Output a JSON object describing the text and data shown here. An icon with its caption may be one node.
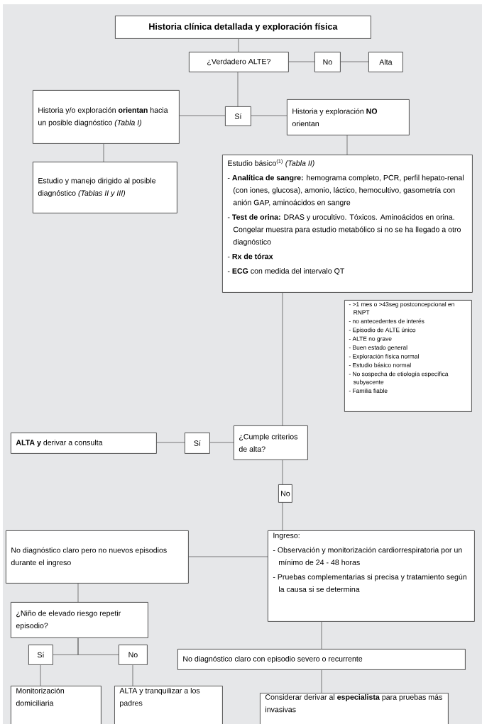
{
  "diagram": {
    "nodes": [
      {
        "text": [
          "Historia clínica detallada y exploración física"
        ]
      },
      {
        "text": [
          "¿Verdadero ALTE?"
        ]
      },
      {
        "text": [
          "No"
        ]
      },
      {
        "text": [
          "Alta"
        ]
      },
      {
        "text": [
          "Historia y/o exploración **orientan** hacia un posible diagnóstico *(Tabla I)*"
        ]
      },
      {
        "text": [
          "Sí"
        ]
      },
      {
        "text": [
          "Historia y exploración **NO** orientan"
        ]
      },
      {
        "text": [
          "Estudio y manejo dirigido al posible diagnóstico *(Tablas II y III)*"
        ]
      },
      {
        "text": [
          "Estudio básico$^{(1)}$ *(Tabla II)*",
          "- **Analítica de sangre:** hemograma completo, PCR, perfil hepato-renal (con iones, glucosa), amonio, láctico, hemocultivo, gasometría con anión GAP, aminoácidos en sangre",
          "- **Test de orina:** DRAS y urocultivo. Tóxicos. Aminoácidos en orina. Congelar muestra para estudio metabólico si no se ha llegado a otro diagnóstico",
          "- **Rx de tórax**",
          "- **ECG** con medida del intervalo QT"
        ]
      },
      {
        "text": [
          "- >1 mes o >43seg postconcepcional en RNPT",
          "- no antecedentes de interés",
          "- Episodio de ALTE único",
          "- ALTE no grave",
          "- Buen estado general",
          "- Exploración física normal",
          "- Estudio básico normal",
          "- No sospecha de etiología específica subyacente",
          "- Familia fiable"
        ]
      },
      {
        "text": [
          "**ALTA y** derivar a consulta"
        ]
      },
      {
        "text": [
          "Sí"
        ]
      },
      {
        "text": [
          "¿Cumple criterios de alta?"
        ]
      },
      {
        "text": [
          "No"
        ]
      },
      {
        "text": [
          "No diagnóstico claro pero no nuevos episodios durante el ingreso"
        ]
      },
      {
        "text": [
          "Ingreso:",
          "- Observación y monitorización cardiorrespiratoria por un mínimo de 24 - 48 horas",
          "- Pruebas complementarias si precisa y tratamiento según la causa si se determina"
        ]
      },
      {
        "text": [
          "¿Niño de elevado riesgo repetir episodio?"
        ]
      },
      {
        "text": [
          "Sí"
        ]
      },
      {
        "text": [
          "No"
        ]
      },
      {
        "text": [
          "No diagnóstico claro con episodio severo o recurrente"
        ]
      },
      {
        "text": [
          "Monitorización domiciliaria"
        ]
      },
      {
        "text": [
          "ALTA y tranquilizar a los padres"
        ]
      },
      {
        "text": [
          "Considerar derivar al **especialista** para pruebas más invasivas"
        ]
      }
    ],
    "edges": [
      {
        "from": 0,
        "to": 1,
        "arrow": "none"
      },
      {
        "from": 1,
        "to": 2,
        "arrow": "none"
      },
      {
        "from": 2,
        "to": 3,
        "arrow": "none"
      },
      {
        "from": 1,
        "to": 5,
        "arrow": "none"
      },
      {
        "from": 5,
        "to": 4,
        "arrow": "none"
      },
      {
        "from": 5,
        "to": 6,
        "arrow": "none"
      },
      {
        "from": 4,
        "to": 7,
        "arrow": "none"
      },
      {
        "from": 6,
        "to": 8,
        "arrow": "none"
      },
      {
        "from": 8,
        "to": 12,
        "arrow": "none"
      },
      {
        "from": 12,
        "to": 11,
        "arrow": "none"
      },
      {
        "from": 11,
        "to": 10,
        "arrow": "none"
      },
      {
        "from": 12,
        "to": 13,
        "arrow": "none"
      },
      {
        "from": 13,
        "to": 15,
        "arrow": "none"
      },
      {
        "from": 15,
        "to": 14,
        "arrow": "none"
      },
      {
        "from": 14,
        "to": 16,
        "arrow": "none"
      },
      {
        "from": 16,
        "to": 17,
        "arrow": "none"
      },
      {
        "from": 16,
        "to": 18,
        "arrow": "none"
      },
      {
        "from": 17,
        "to": 20,
        "arrow": "none"
      },
      {
        "from": 18,
        "to": 21,
        "arrow": "none"
      },
      {
        "from": 15,
        "to": 19,
        "arrow": "none"
      },
      {
        "from": 19,
        "to": 22,
        "arrow": "none"
      }
    ]
  }
}
